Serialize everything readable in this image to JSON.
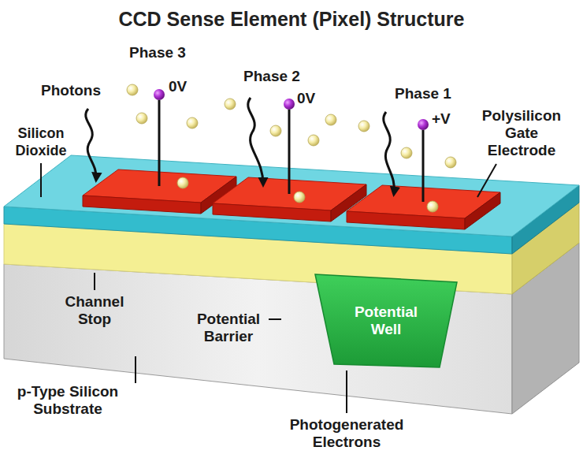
{
  "diagram": {
    "title": "CCD Sense Element (Pixel) Structure",
    "nodes": [
      {
        "text": [
          "Potential Well"
        ]
      }
    ],
    "labels": [
      "Photons",
      "Phase 3",
      "0V",
      "Phase 2",
      "0V",
      "Phase 1",
      "+V",
      "Silicon Dioxide",
      "Polysilicon Gate Electrode",
      "Channel Stop",
      "Potential Barrier",
      "p-Type Silicon Substrate",
      "Photogenerated Electrons"
    ]
  }
}
